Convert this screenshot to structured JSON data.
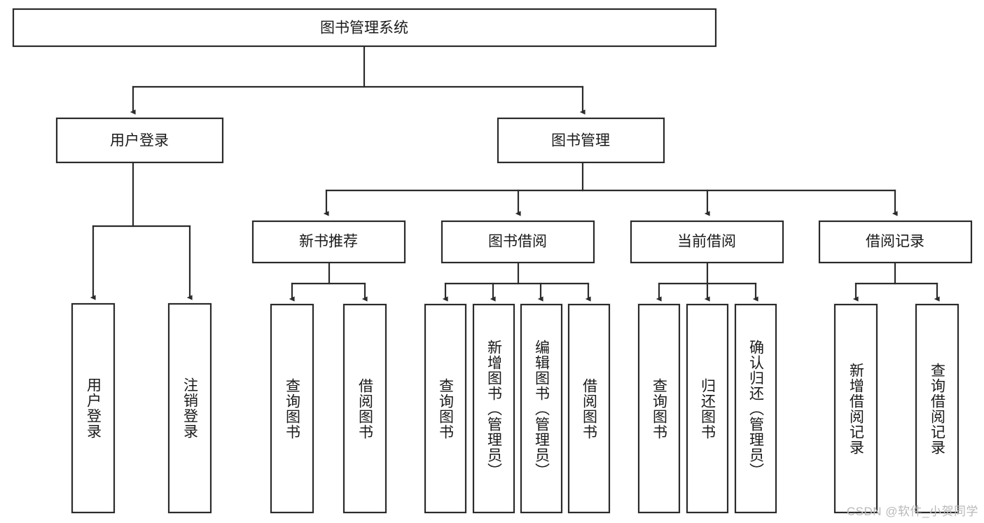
{
  "diagram": {
    "title": "图书管理系统",
    "type": "tree-hierarchy",
    "root": {
      "id": "root",
      "label": "图书管理系统"
    },
    "level2": [
      {
        "id": "user-login",
        "label": "用户登录"
      },
      {
        "id": "book-manage",
        "label": "图书管理"
      }
    ],
    "level3": [
      {
        "id": "new-book-recommend",
        "label": "新书推荐",
        "parent": "book-manage"
      },
      {
        "id": "book-borrow",
        "label": "图书借阅",
        "parent": "book-manage"
      },
      {
        "id": "current-borrow",
        "label": "当前借阅",
        "parent": "book-manage"
      },
      {
        "id": "borrow-record",
        "label": "借阅记录",
        "parent": "book-manage"
      }
    ],
    "leaves": {
      "user-login": [
        {
          "id": "leaf-user-login",
          "label": "用户登录"
        },
        {
          "id": "leaf-user-logout",
          "label": "注销登录"
        }
      ],
      "new-book-recommend": [
        {
          "id": "leaf-query-book-1",
          "label": "查询图书"
        },
        {
          "id": "leaf-borrow-book-1",
          "label": "借阅图书"
        }
      ],
      "book-borrow": [
        {
          "id": "leaf-query-book-2",
          "label": "查询图书"
        },
        {
          "id": "leaf-add-book",
          "label": "新增图书（管理员）"
        },
        {
          "id": "leaf-edit-book",
          "label": "编辑图书（管理员）"
        },
        {
          "id": "leaf-borrow-book-2",
          "label": "借阅图书"
        }
      ],
      "current-borrow": [
        {
          "id": "leaf-query-book-3",
          "label": "查询图书"
        },
        {
          "id": "leaf-return-book",
          "label": "归还图书"
        },
        {
          "id": "leaf-confirm-return",
          "label": "确认归还（管理员）"
        }
      ],
      "borrow-record": [
        {
          "id": "leaf-add-record",
          "label": "新增借阅记录"
        },
        {
          "id": "leaf-query-record",
          "label": "查询借阅记录"
        }
      ]
    }
  },
  "watermark": {
    "text": "CSDN @软件_小贺同学"
  },
  "colors": {
    "stroke": "#2b2b2b",
    "fill": "#ffffff",
    "text": "#1a1a1a",
    "watermark": "#b9b9b9"
  }
}
